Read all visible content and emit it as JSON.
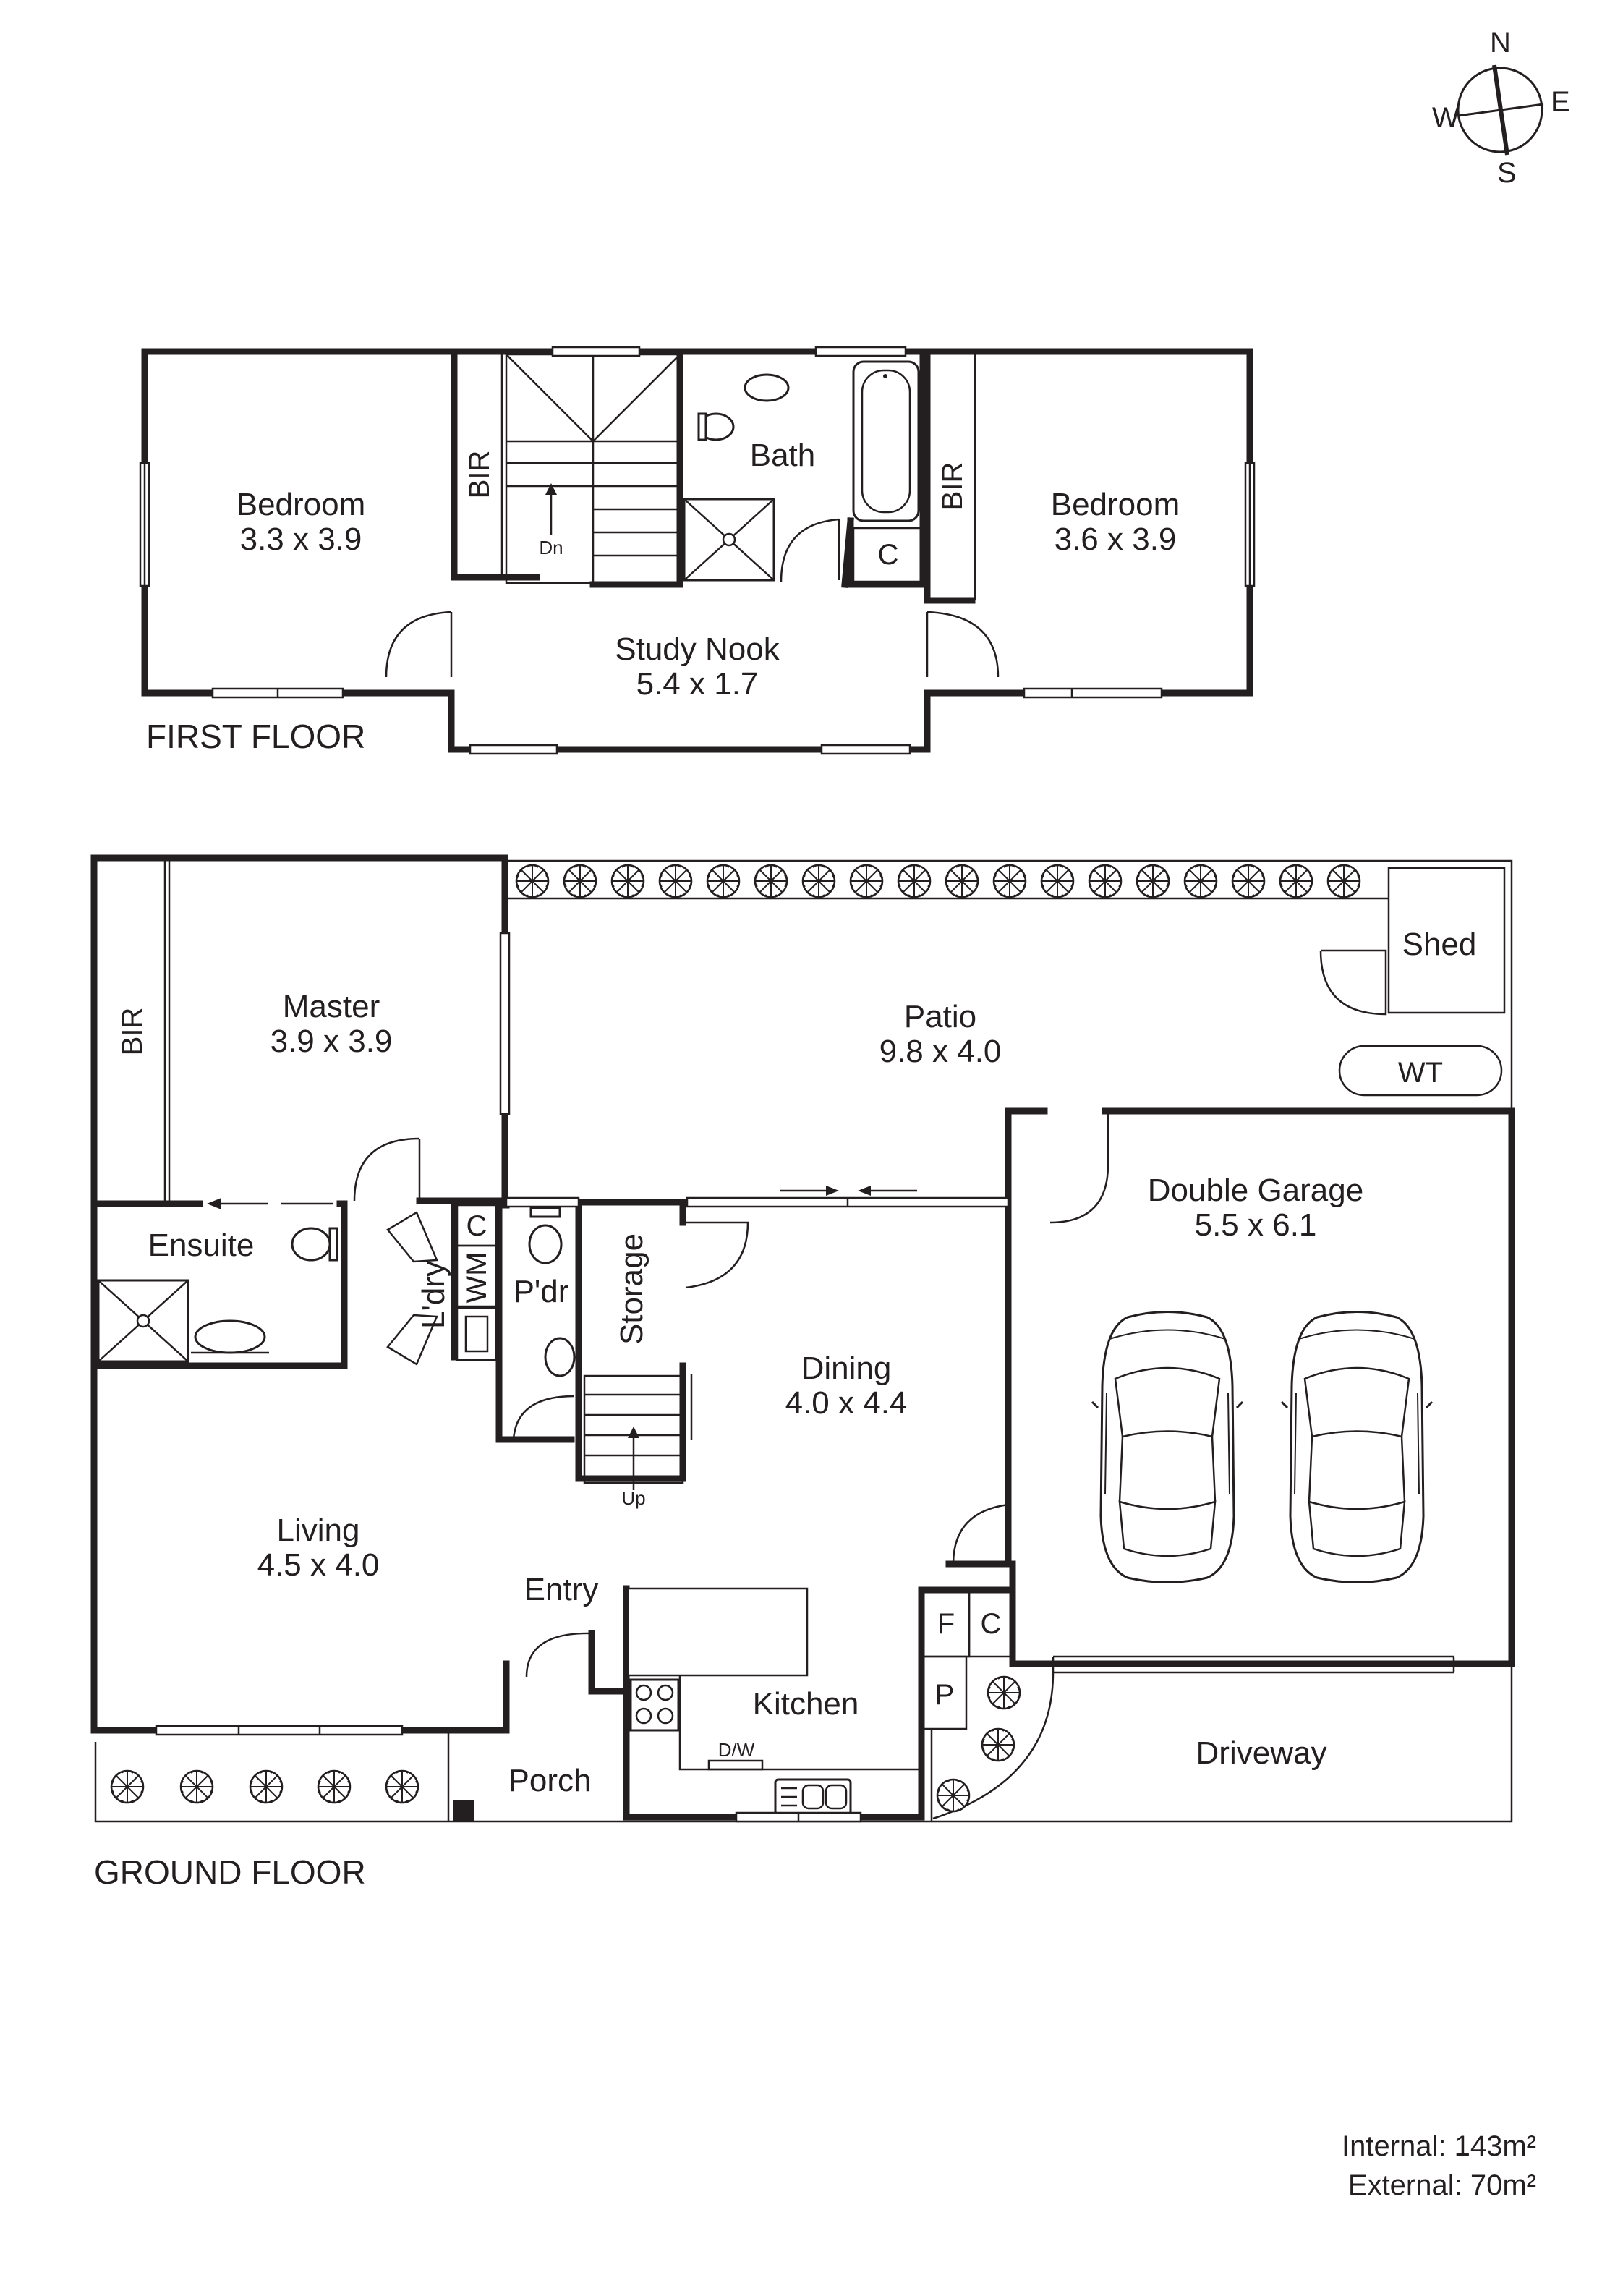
{
  "compass": {
    "north": "N",
    "east": "E",
    "south": "S",
    "west": "W"
  },
  "first_floor": {
    "heading": "FIRST FLOOR",
    "bedroom_west": {
      "name": "Bedroom",
      "size": "3.3 x 3.9"
    },
    "bedroom_east": {
      "name": "Bedroom",
      "size": "3.6 x 3.9"
    },
    "bath": {
      "name": "Bath"
    },
    "study_nook": {
      "name": "Study Nook",
      "size": "5.4 x 1.7"
    },
    "bir_west": "BIR",
    "bir_east": "BIR",
    "cupboard": "C",
    "stairs_down": "Dn"
  },
  "ground_floor": {
    "heading": "GROUND FLOOR",
    "master": {
      "name": "Master",
      "size": "3.9 x 3.9"
    },
    "master_bir": "BIR",
    "patio": {
      "name": "Patio",
      "size": "9.8 x 4.0"
    },
    "shed": "Shed",
    "water_tank": "WT",
    "double_garage": {
      "name": "Double Garage",
      "size": "5.5 x 6.1"
    },
    "ensuite": "Ensuite",
    "laundry": "L'dry",
    "laundry_cupboard": "C",
    "washing_machine": "WM",
    "powder_room": "P'dr",
    "storage": "Storage",
    "dining": {
      "name": "Dining",
      "size": "4.0 x 4.4"
    },
    "stairs_up": "Up",
    "living": {
      "name": "Living",
      "size": "4.5 x 4.0"
    },
    "entry": "Entry",
    "kitchen": "Kitchen",
    "dishwasher": "D/W",
    "fridge": "F",
    "kitchen_cupboard": "C",
    "pantry": "P",
    "porch": "Porch",
    "driveway": "Driveway"
  },
  "areas": {
    "internal": "Internal: 143m²",
    "external": "External: 70m²"
  }
}
